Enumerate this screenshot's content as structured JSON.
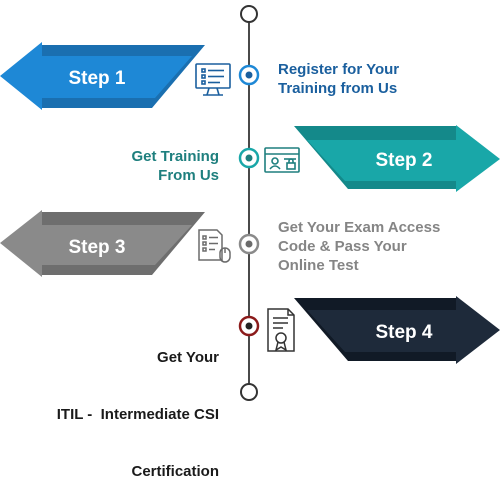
{
  "colors": {
    "blue": "#1e88d6",
    "teal": "#19a7a8",
    "gray": "#8a8a8a",
    "navy": "#1e2a3a",
    "blue_text": "#1a5f9e",
    "teal_text": "#1e7f7e",
    "gray_text": "#858585",
    "dark_text": "#1a1a1a",
    "timeline": "#4a4a4a"
  },
  "steps": [
    {
      "label": "Step 1",
      "text": [
        "Register for Your",
        "Training from Us"
      ],
      "icon": "computer-checklist-icon"
    },
    {
      "label": "Step 2",
      "text": [
        "Get Training",
        "From Us"
      ],
      "icon": "browser-user-lock-icon"
    },
    {
      "label": "Step 3",
      "text": [
        "Get Your Exam Access",
        "Code & Pass Your",
        "Online Test"
      ],
      "icon": "test-sheet-mouse-icon"
    },
    {
      "label": "Step 4",
      "text": [
        "Get Your",
        "ITIL -  Intermediate CSI",
        "Certification"
      ],
      "icon": "certificate-icon"
    }
  ]
}
